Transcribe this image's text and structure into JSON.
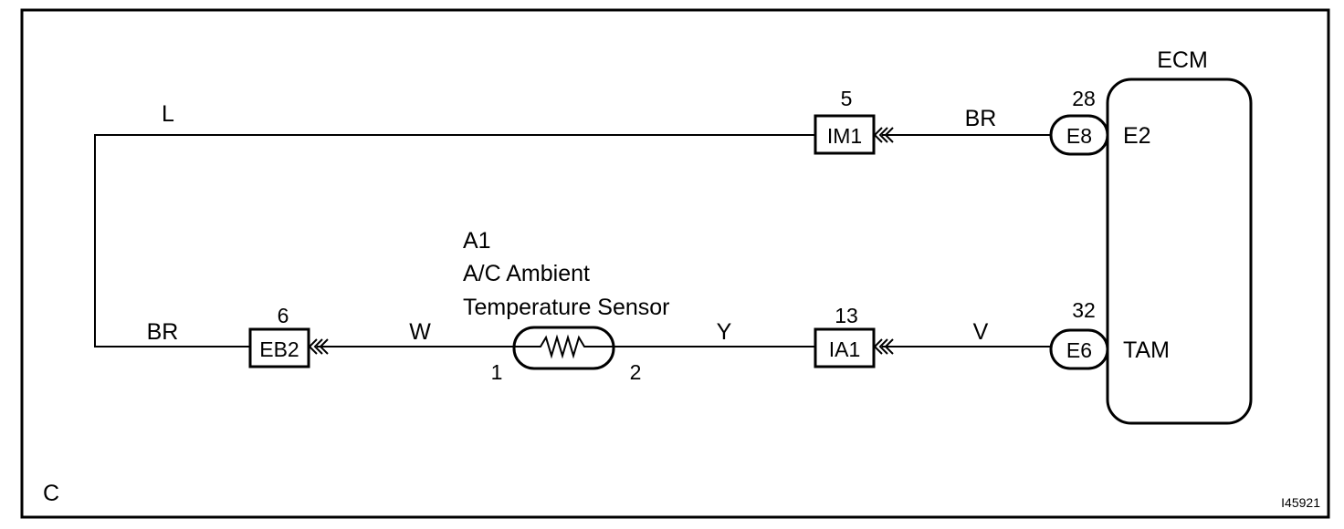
{
  "diagram": {
    "corner_label": "C",
    "figure_id": "I45921",
    "ecm": {
      "title": "ECM",
      "pin_e2": {
        "number": "28",
        "connector": "E8",
        "signal": "E2"
      },
      "pin_tam": {
        "number": "32",
        "connector": "E6",
        "signal": "TAM"
      }
    },
    "connectors": {
      "im1": {
        "pin": "5",
        "label": "IM1"
      },
      "ia1": {
        "pin": "13",
        "label": "IA1"
      },
      "eb2": {
        "pin": "6",
        "label": "EB2"
      }
    },
    "sensor": {
      "id": "A1",
      "name_line1": "A/C Ambient",
      "name_line2": "Temperature Sensor",
      "pin1": "1",
      "pin2": "2"
    },
    "wire_colors": {
      "top_left": "L",
      "top_right": "BR",
      "bottom_left": "BR",
      "sensor_left": "W",
      "sensor_right": "Y",
      "ecm_bottom": "V"
    },
    "colors": {
      "line": "#000000",
      "background": "#ffffff"
    }
  }
}
